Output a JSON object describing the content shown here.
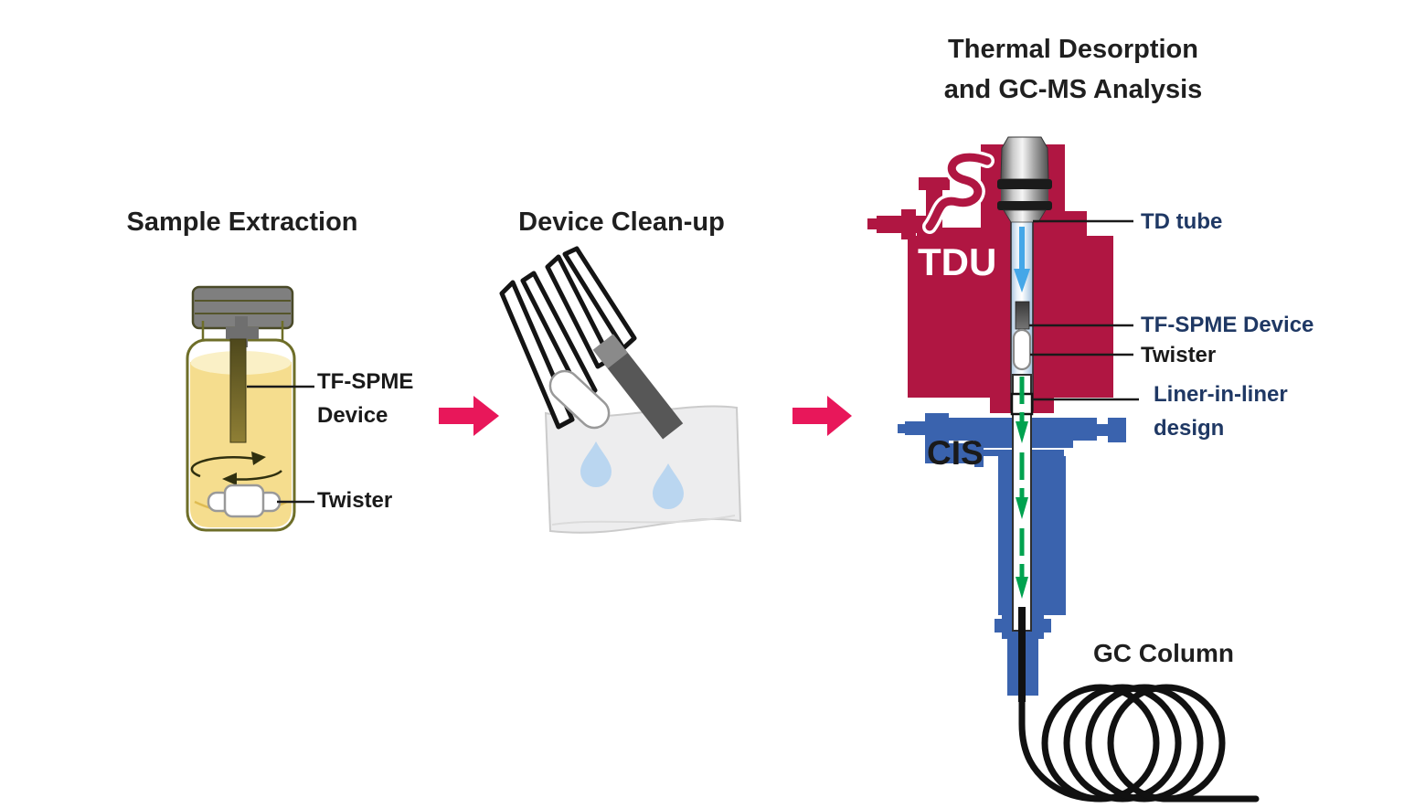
{
  "sections": {
    "extraction": {
      "title": "Sample Extraction",
      "labels": {
        "tf_spme": "TF-SPME Device",
        "twister": "Twister"
      }
    },
    "cleanup": {
      "title": "Device Clean-up"
    },
    "analysis": {
      "title_line1": "Thermal Desorption",
      "title_line2": "and GC-MS Analysis",
      "units": {
        "tdu": "TDU",
        "cis": "CIS"
      },
      "callouts": {
        "td_tube": "TD tube",
        "tf_spme": "TF-SPME Device",
        "twister": "Twister",
        "liner": "Liner-in-liner design",
        "gc_column": "GC Column"
      }
    }
  },
  "colors": {
    "tdu_red": "#B01642",
    "cis_blue": "#3A63AE",
    "arrow_pink": "#E8175A",
    "flow_green": "#00A24F",
    "flow_blue": "#45A7E8",
    "label_navy": "#1F3864",
    "text_black": "#1F1F1F",
    "liquid_yellow": "#F5DD8E",
    "liquid_surface": "#FAF0C6",
    "vial_outline": "#6E6E28",
    "droplet_blue": "#BAD6F0",
    "wipe_gray": "#EDEDEE",
    "device_gray": "#575757"
  }
}
